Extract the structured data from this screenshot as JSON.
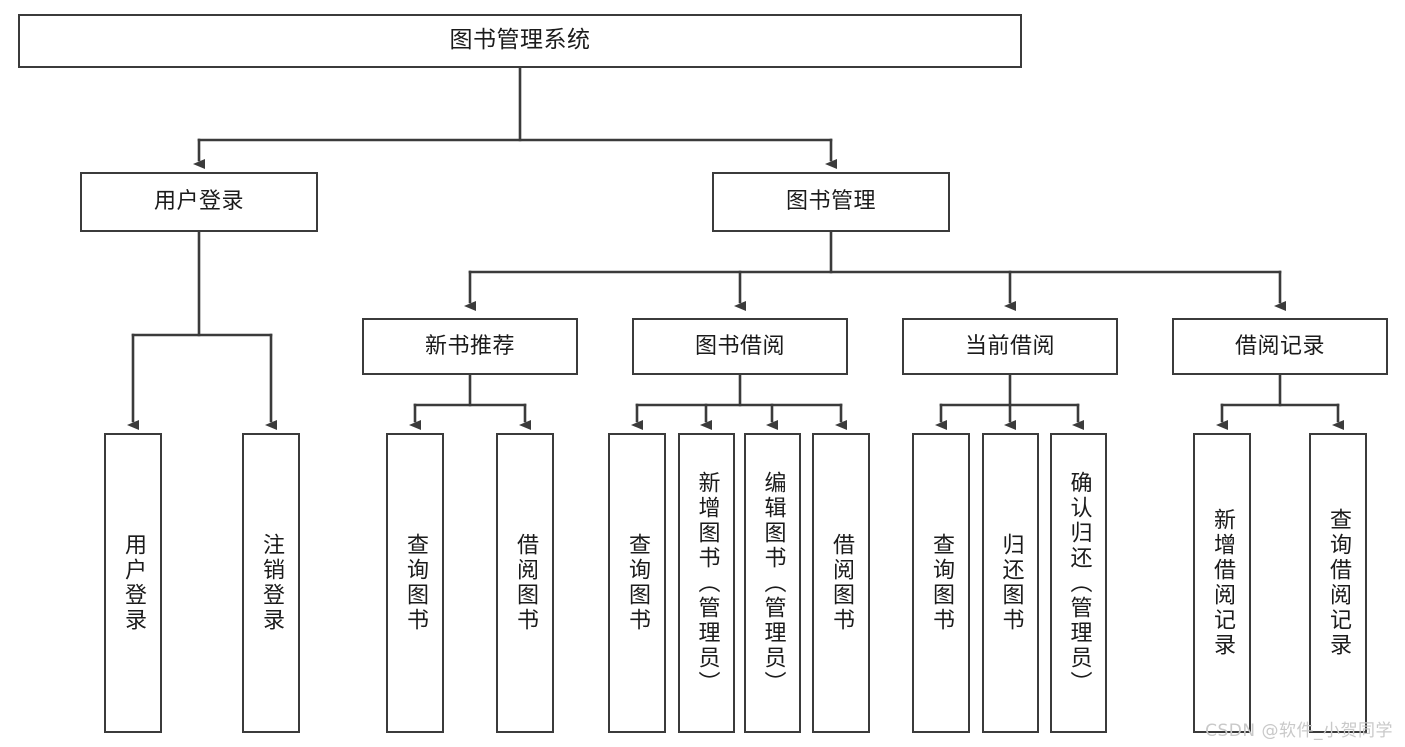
{
  "diagram": {
    "title": "图书管理系统",
    "watermark": "CSDN @软件_小贺同学",
    "line_color": "#3b3b3b",
    "box_fill": "#ffffff",
    "text_color": "#1b1b1b",
    "watermark_color": "#c9c9c9"
  },
  "nodes": {
    "root": {
      "label": "图书管理系统"
    },
    "level2": [
      {
        "label": "用户登录"
      },
      {
        "label": "图书管理"
      }
    ],
    "level3": [
      {
        "label": "新书推荐"
      },
      {
        "label": "图书借阅"
      },
      {
        "label": "当前借阅"
      },
      {
        "label": "借阅记录"
      }
    ],
    "login_children": [
      {
        "label": "用户登录"
      },
      {
        "label": "注销登录"
      }
    ],
    "newbook_children": [
      {
        "label": "查询图书"
      },
      {
        "label": "借阅图书"
      }
    ],
    "borrow_children": [
      {
        "label": "查询图书"
      },
      {
        "label": "新增图书（管理员）"
      },
      {
        "label": "编辑图书（管理员）"
      },
      {
        "label": "借阅图书"
      }
    ],
    "current_children": [
      {
        "label": "查询图书"
      },
      {
        "label": "归还图书"
      },
      {
        "label": "确认归还（管理员）"
      }
    ],
    "record_children": [
      {
        "label": "新增借阅记录"
      },
      {
        "label": "查询借阅记录"
      }
    ]
  }
}
